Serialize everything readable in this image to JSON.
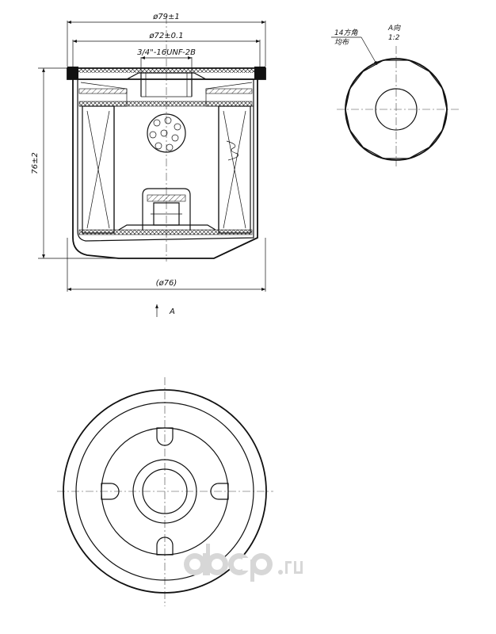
{
  "dimensions": {
    "outer_dia": "ø79±1",
    "inner_dia": "ø72±0.1",
    "thread": "3/4\"-16UNF-2B",
    "height": "76±2",
    "base_dia": "(ø76)"
  },
  "view_arrow_label": "A",
  "view_a": {
    "title": "A向",
    "scale": "1:2",
    "note_line1": "14方角",
    "note_line2": "均布"
  },
  "watermark": {
    "brand": "abcp",
    "tld": ".ru"
  }
}
